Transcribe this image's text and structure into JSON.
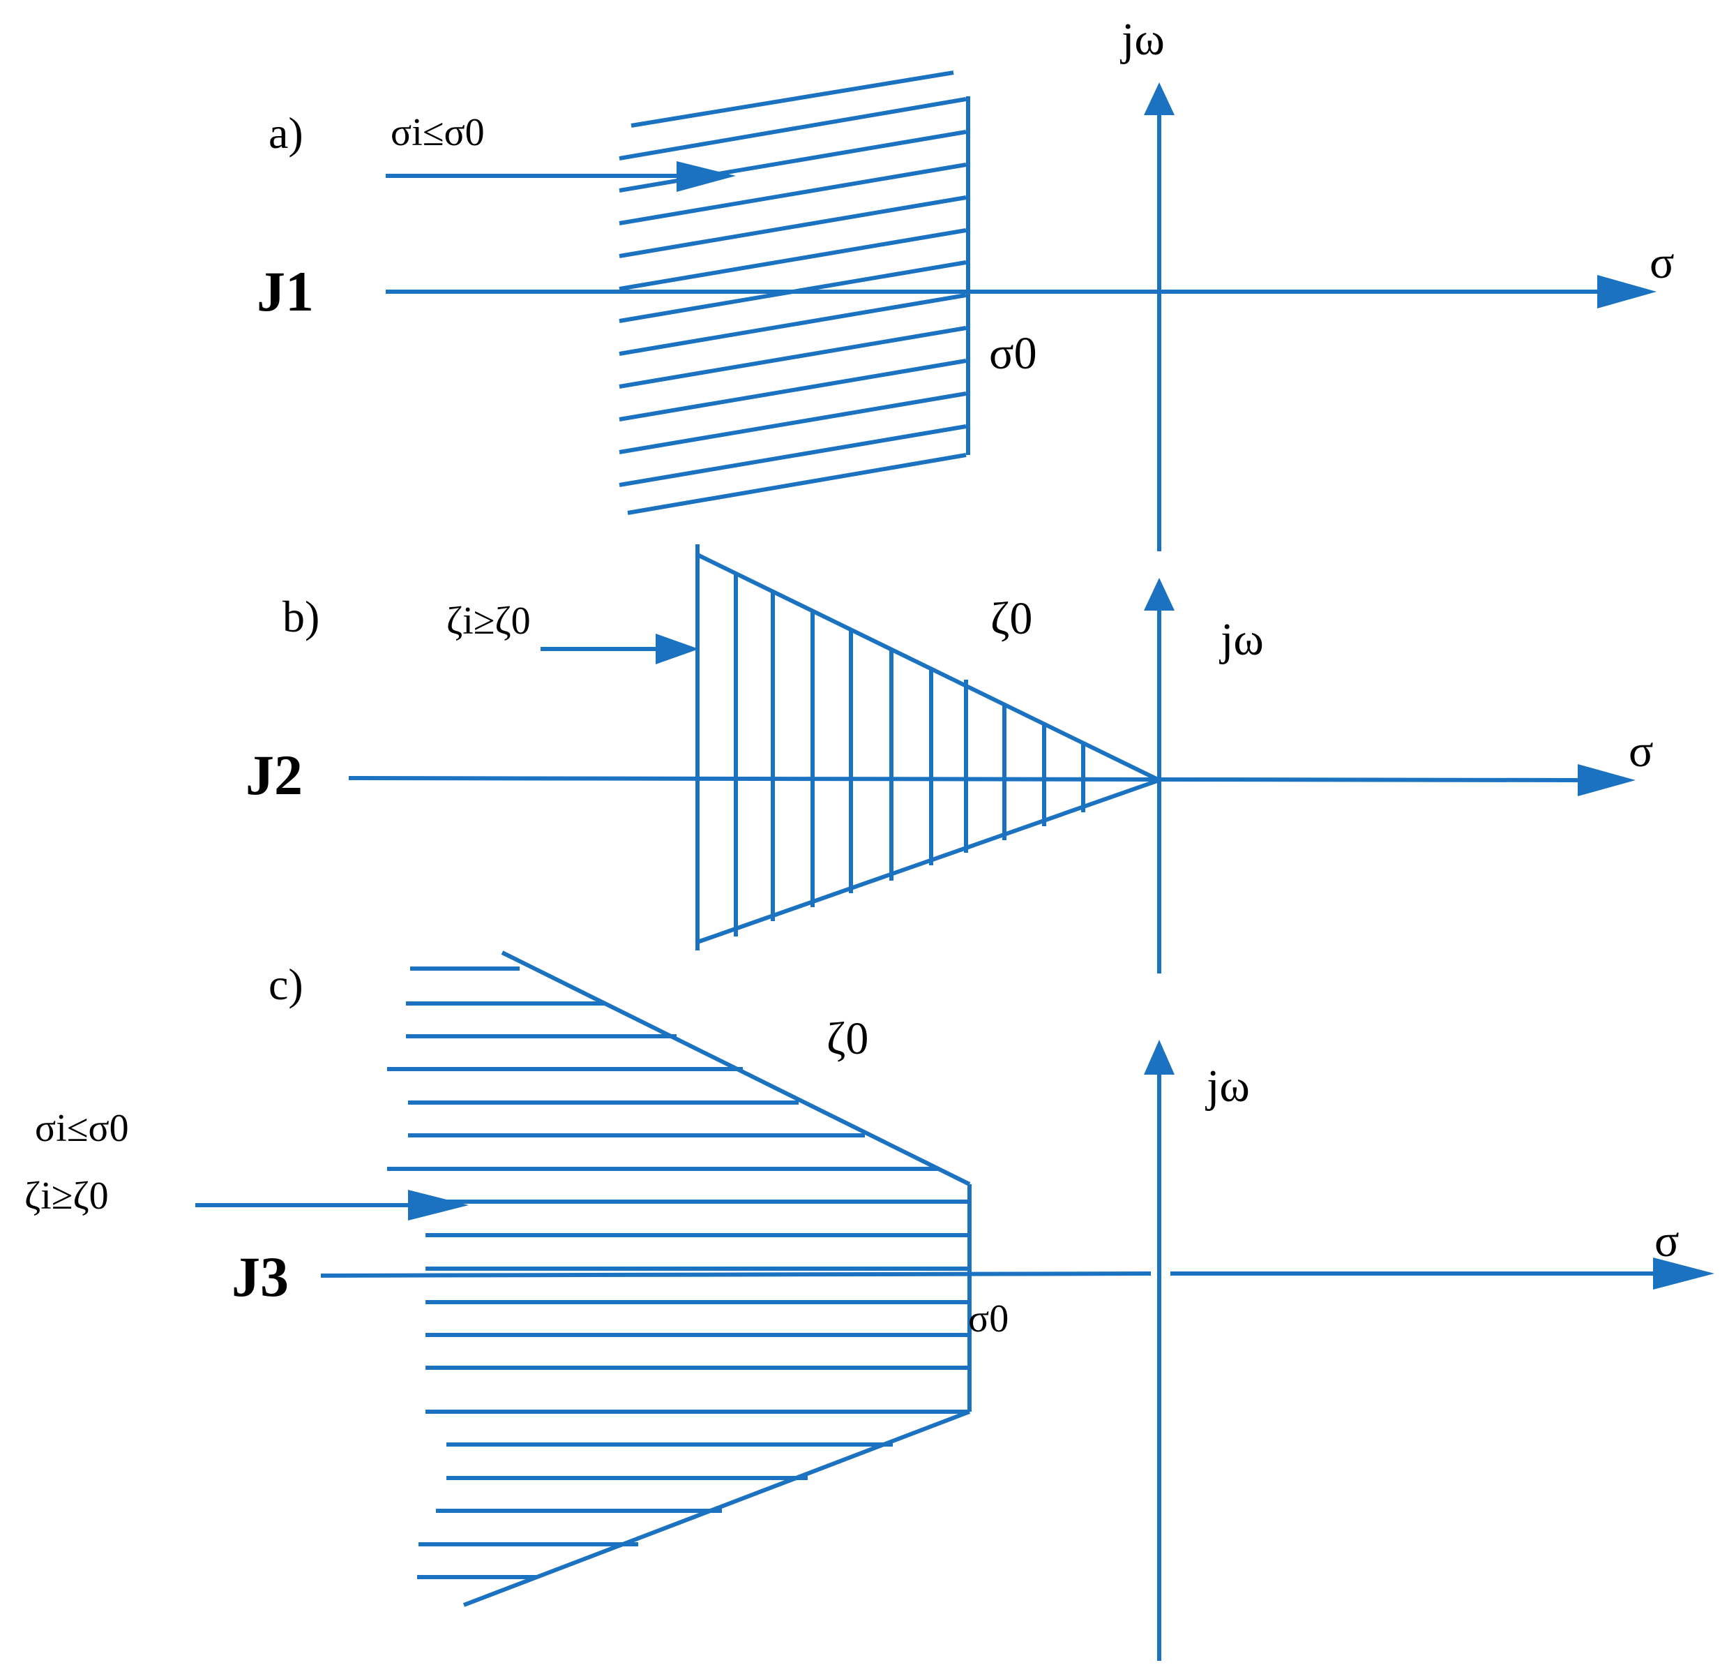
{
  "colors": {
    "line": "#1a72c0",
    "text": "#000000",
    "background": "#ffffff"
  },
  "panel_a": {
    "label": "a)",
    "name": "J1",
    "condition": "σi≤σ0",
    "boundary_label": "σ0",
    "axis_x": "σ",
    "axis_y": "jω"
  },
  "panel_b": {
    "label": "b)",
    "name": "J2",
    "condition": "ζi≥ζ0",
    "boundary_label": "ζ0",
    "axis_x": "σ",
    "axis_y": "jω"
  },
  "panel_c": {
    "label": "c)",
    "name": "J3",
    "condition_sigma": "σi≤σ0",
    "condition_zeta": "ζi≥ζ0",
    "boundary_zeta": "ζ0",
    "boundary_sigma": "σ0",
    "axis_x": "σ",
    "axis_y": "jω"
  }
}
